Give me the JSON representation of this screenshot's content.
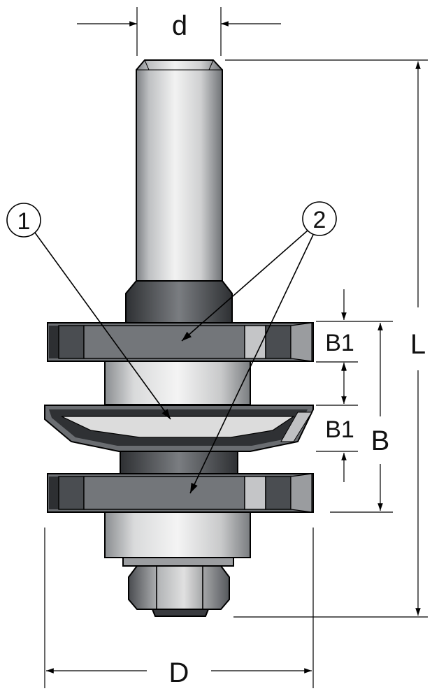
{
  "labels": {
    "d": "d",
    "L": "L",
    "B": "B",
    "B1_top": "B1",
    "B1_bottom": "B1",
    "D": "D",
    "callout_1": "1",
    "callout_2": "2"
  },
  "colors": {
    "shank_light": "#e8e8e8",
    "shank_mid": "#c9c9c9",
    "body_dark": "#5f6266",
    "blade": "#6d7074",
    "carbide": "#3f4246",
    "spacer": "#d7d7d7",
    "outline": "#000000"
  }
}
